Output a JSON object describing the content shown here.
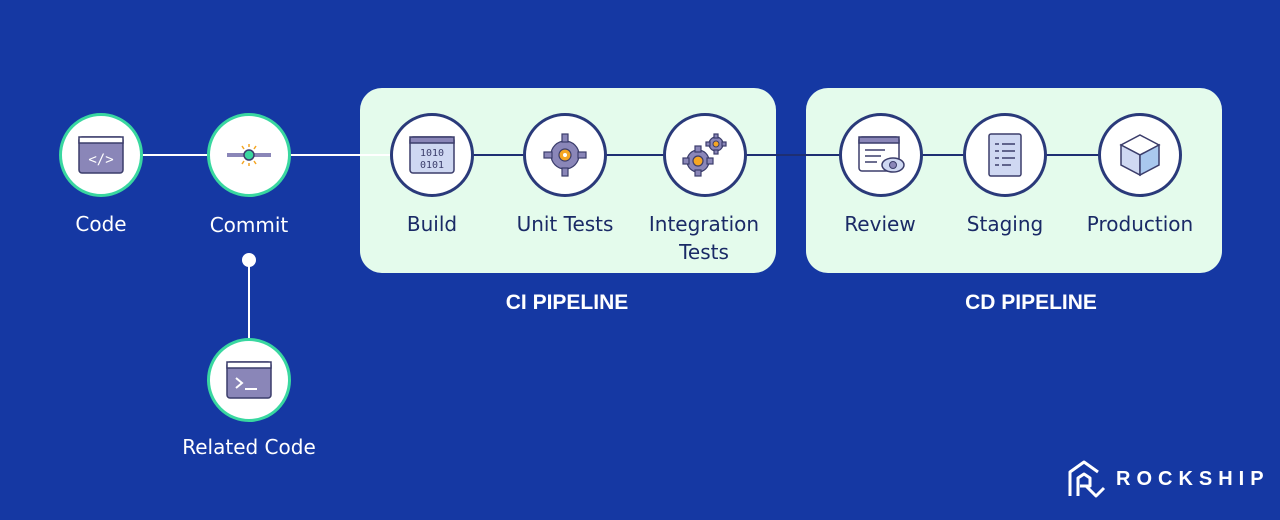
{
  "nodes": [
    {
      "id": "code",
      "label": "Code",
      "icon": "code-window-icon"
    },
    {
      "id": "commit",
      "label": "Commit",
      "icon": "commit-icon"
    },
    {
      "id": "related",
      "label": "Related Code",
      "icon": "terminal-window-icon"
    },
    {
      "id": "build",
      "label": "Build",
      "icon": "binary-window-icon"
    },
    {
      "id": "unit",
      "label": "Unit Tests",
      "icon": "gear-icon"
    },
    {
      "id": "integration",
      "label": "Integration\nTests",
      "icon": "gears-icon"
    },
    {
      "id": "review",
      "label": "Review",
      "icon": "review-eye-icon"
    },
    {
      "id": "staging",
      "label": "Staging",
      "icon": "checklist-document-icon"
    },
    {
      "id": "production",
      "label": "Production",
      "icon": "cube-icon"
    }
  ],
  "ci_title": "CI PIPELINE",
  "cd_title": "CD PIPELINE",
  "brand": {
    "name": "ROCKSHIP",
    "icon": "rockship-logo-icon"
  },
  "colors": {
    "background": "#1538a3",
    "pipeline_box": "#e4fbec",
    "node_border_accent": "#39d7a0",
    "icon_purple": "#8a86b8",
    "icon_orange": "#f5a623"
  }
}
